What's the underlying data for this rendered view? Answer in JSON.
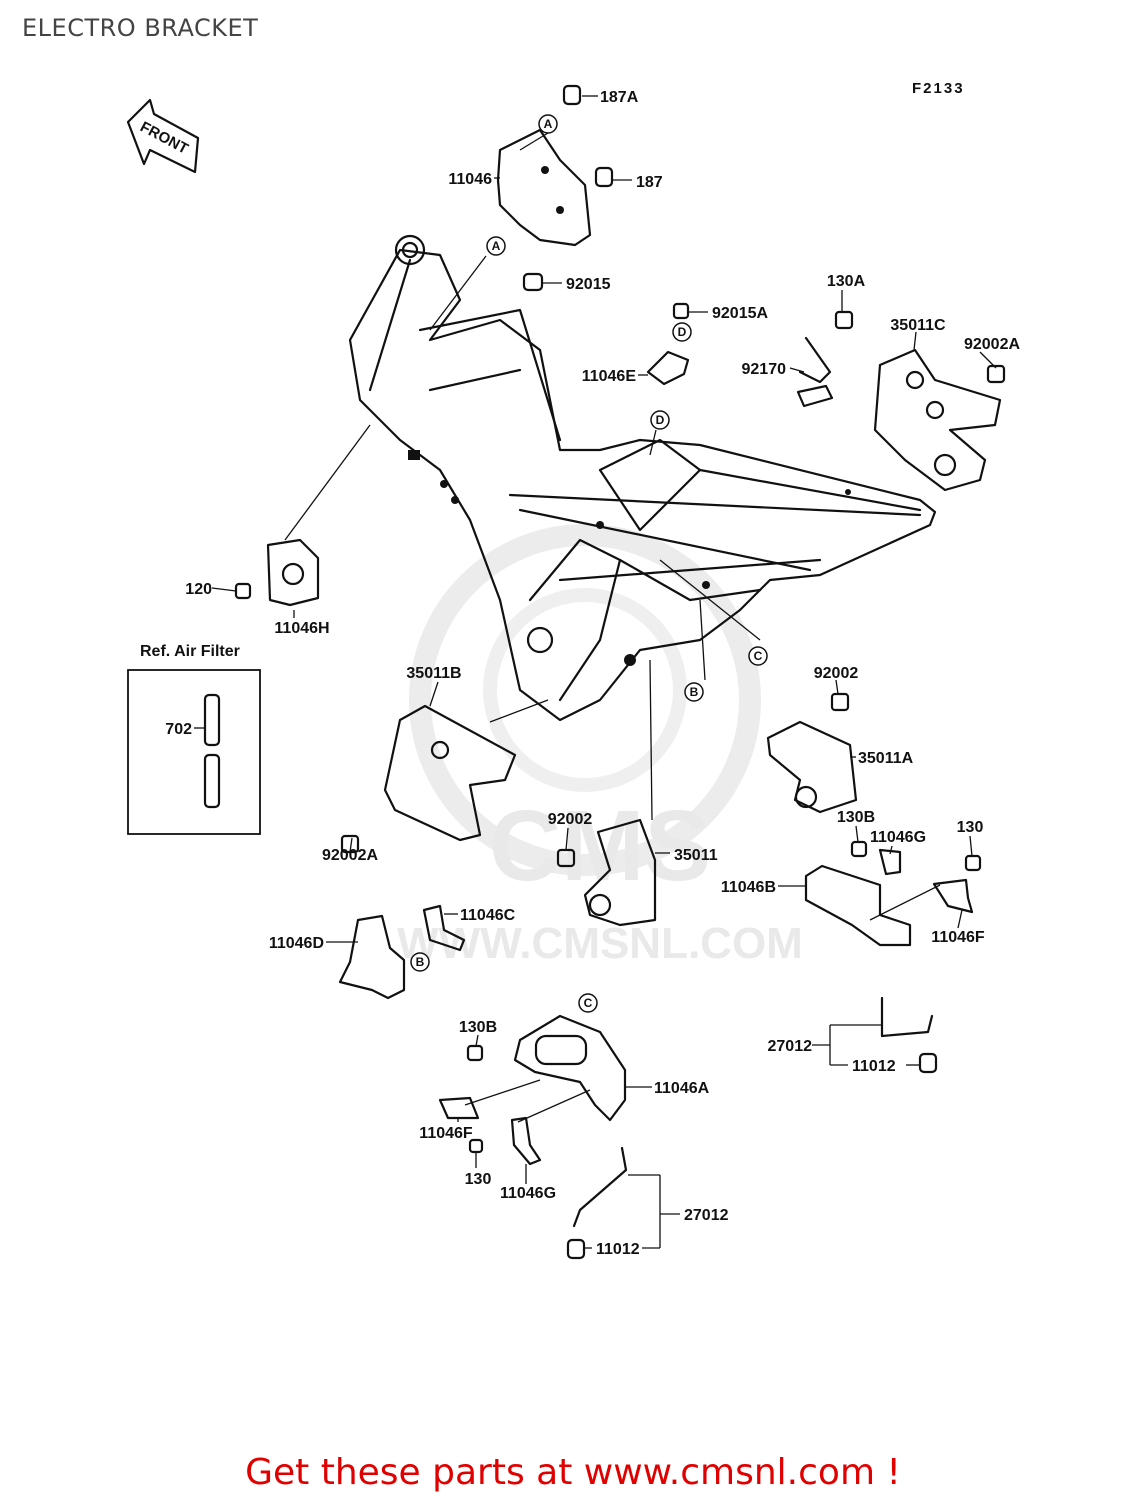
{
  "title": "ELECTRO BRACKET",
  "diagram_code": "F2133",
  "front_arrow_label": "FRONT",
  "watermark": {
    "brand": "CMS",
    "url": "WWW.CMSNL.COM"
  },
  "ref_box_title": "Ref. Air Filter",
  "part_labels": [
    {
      "id": "187a",
      "text": "187A"
    },
    {
      "id": "11046",
      "text": "11046"
    },
    {
      "id": "187",
      "text": "187"
    },
    {
      "id": "92015",
      "text": "92015"
    },
    {
      "id": "130a",
      "text": "130A"
    },
    {
      "id": "92015a",
      "text": "92015A"
    },
    {
      "id": "35011c",
      "text": "35011C"
    },
    {
      "id": "92002a-top",
      "text": "92002A"
    },
    {
      "id": "92170",
      "text": "92170"
    },
    {
      "id": "11046e",
      "text": "11046E"
    },
    {
      "id": "120",
      "text": "120"
    },
    {
      "id": "11046h",
      "text": "11046H"
    },
    {
      "id": "702",
      "text": "702"
    },
    {
      "id": "35011b",
      "text": "35011B"
    },
    {
      "id": "92002-right",
      "text": "92002"
    },
    {
      "id": "35011a",
      "text": "35011A"
    },
    {
      "id": "92002a-left",
      "text": "92002A"
    },
    {
      "id": "92002-mid",
      "text": "92002"
    },
    {
      "id": "35011",
      "text": "35011"
    },
    {
      "id": "130b-top",
      "text": "130B"
    },
    {
      "id": "11046g-top",
      "text": "11046G"
    },
    {
      "id": "130-top",
      "text": "130"
    },
    {
      "id": "11046b",
      "text": "11046B"
    },
    {
      "id": "11046f-right",
      "text": "11046F"
    },
    {
      "id": "11046c",
      "text": "11046C"
    },
    {
      "id": "11046d",
      "text": "11046D"
    },
    {
      "id": "130b-bottom",
      "text": "130B"
    },
    {
      "id": "11046a",
      "text": "11046A"
    },
    {
      "id": "27012-right",
      "text": "27012"
    },
    {
      "id": "11012-right",
      "text": "11012"
    },
    {
      "id": "11046f-bottom",
      "text": "11046F"
    },
    {
      "id": "130-bottom",
      "text": "130"
    },
    {
      "id": "11046g-bottom",
      "text": "11046G"
    },
    {
      "id": "27012-bottom",
      "text": "27012"
    },
    {
      "id": "11012-bottom",
      "text": "11012"
    }
  ],
  "callouts": [
    {
      "id": "a-top",
      "text": "A"
    },
    {
      "id": "a-frame",
      "text": "A"
    },
    {
      "id": "d-top",
      "text": "D"
    },
    {
      "id": "d-frame",
      "text": "D"
    },
    {
      "id": "c-frame",
      "text": "C"
    },
    {
      "id": "b-frame",
      "text": "B"
    },
    {
      "id": "b-bracket",
      "text": "B"
    },
    {
      "id": "c-bracket",
      "text": "C"
    }
  ],
  "footer": "Get these parts at www.cmsnl.com !"
}
